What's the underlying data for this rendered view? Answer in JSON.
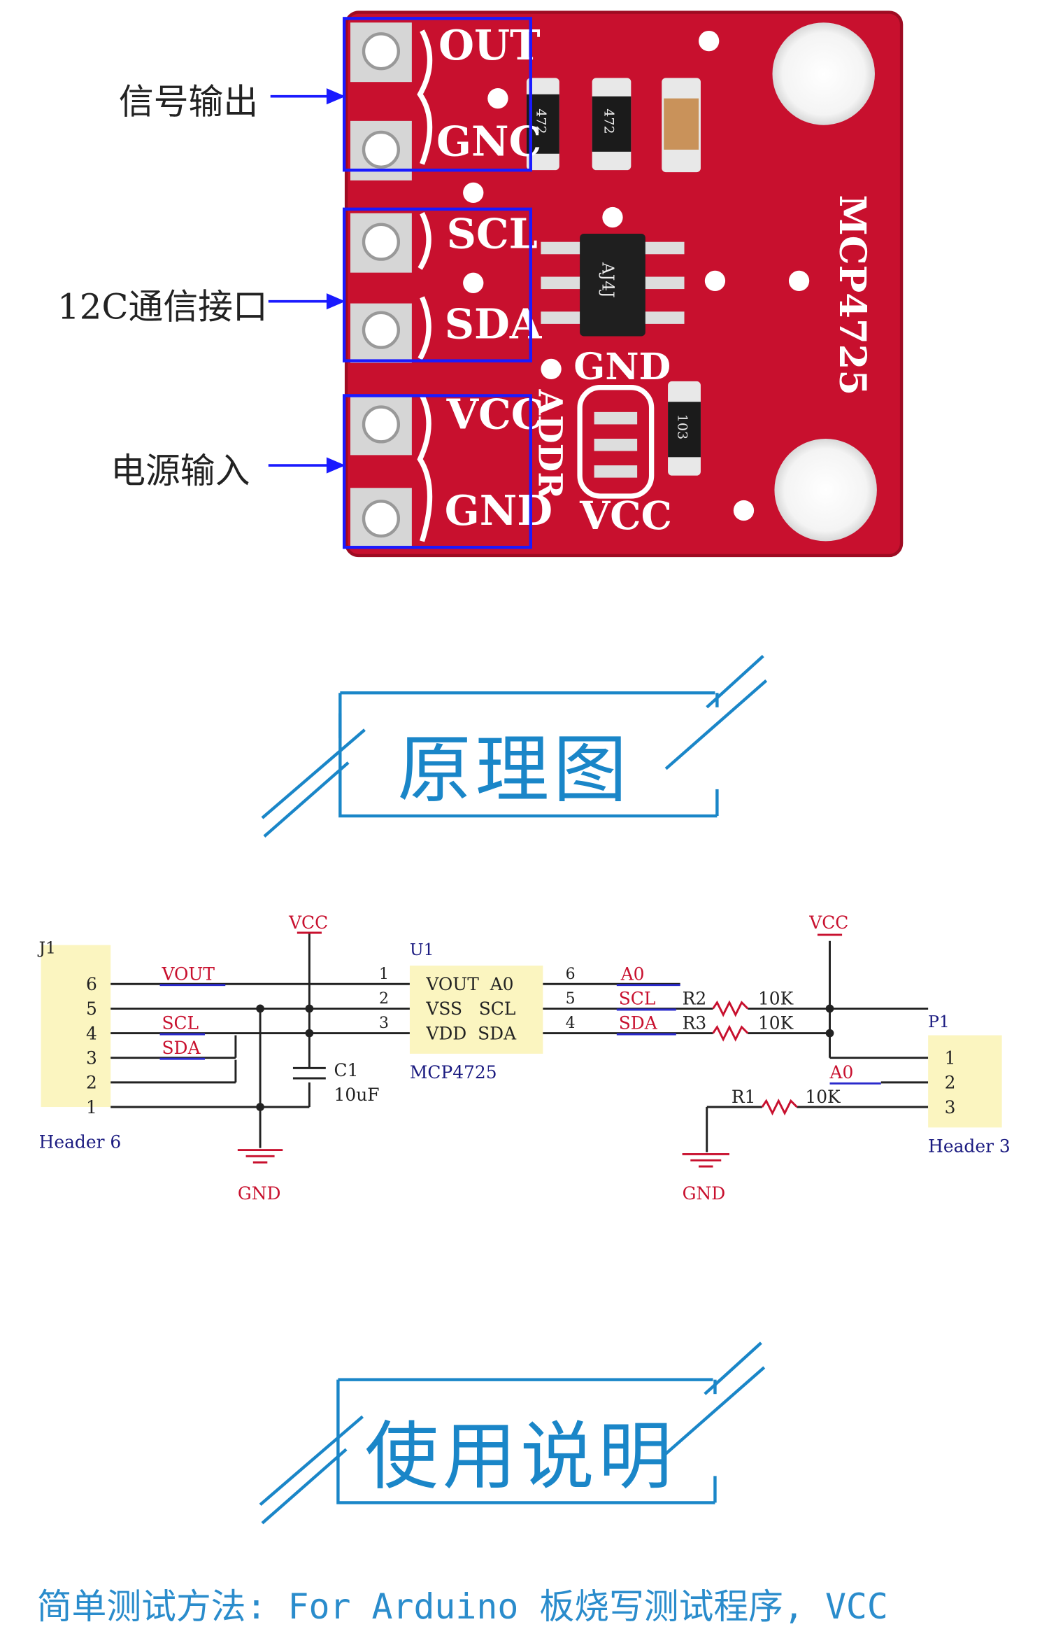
{
  "board": {
    "callouts": {
      "signal_output": "信号输出",
      "i2c_interface": "12C通信接口",
      "power_input": "电源输入"
    },
    "silkscreen": {
      "out": "OUT",
      "gnd_top": "GNC",
      "scl": "SCL",
      "sda": "SDA",
      "vcc": "VCC",
      "gnd_bottom": "GND",
      "gnd_mid": "GND",
      "addr": "ADDR",
      "vcc_jumper": "VCC",
      "chip_name": "MCP4725",
      "ic_mark": "AJ4J",
      "r1": "472",
      "r2": "472",
      "r3": "103"
    },
    "colors": {
      "pcb": "#c8102e",
      "box": "#1a1aff",
      "silk": "#ffffff"
    }
  },
  "sections": {
    "schematic_title": "原理图",
    "usage_title": "使用说明"
  },
  "schematic": {
    "j1": {
      "ref": "J1",
      "name": "Header 6",
      "pins": [
        "6",
        "5",
        "4",
        "3",
        "2",
        "1"
      ]
    },
    "u1": {
      "ref": "U1",
      "name": "MCP4725",
      "left_pins": [
        "1",
        "2",
        "3"
      ],
      "right_pins": [
        "6",
        "5",
        "4"
      ],
      "rows": [
        "VOUT  A0",
        "VSS   SCL",
        "VDD  SDA"
      ]
    },
    "p1": {
      "ref": "P1",
      "name": "Header 3",
      "pins": [
        "1",
        "2",
        "3"
      ]
    },
    "nets": {
      "vout": "VOUT",
      "scl": "SCL",
      "sda": "SDA",
      "a0": "A0",
      "scl_r": "SCL",
      "sda_r": "SDA",
      "a0_p1": "A0"
    },
    "power": {
      "vcc_left": "VCC",
      "vcc_right": "VCC",
      "gnd_left": "GND",
      "gnd_right": "GND"
    },
    "c1": {
      "ref": "C1",
      "value": "10uF"
    },
    "r1": {
      "ref": "R1",
      "value": "10K"
    },
    "r2": {
      "ref": "R2",
      "value": "10K"
    },
    "r3": {
      "ref": "R3",
      "value": "10K"
    }
  },
  "footer": {
    "text": "简单测试方法: For Arduino 板烧写测试程序, VCC"
  }
}
